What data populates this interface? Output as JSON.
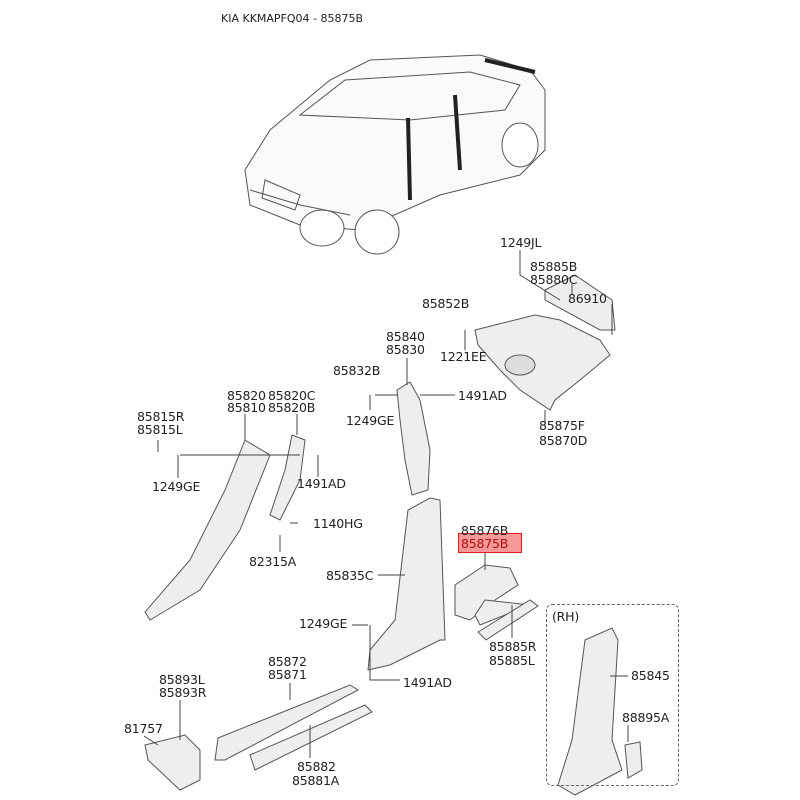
{
  "title": "KIA KKMAPFQ04 - 85875B",
  "highlight_color": "#f04646",
  "labels": {
    "p1249JL": "1249JL",
    "p85885B": "85885B",
    "p85880C": "85880C",
    "p86910": "86910",
    "p85852B": "85852B",
    "p1221EE": "1221EE",
    "p85840": "85840",
    "p85830": "85830",
    "p85832B": "85832B",
    "p1491AD_a": "1491AD",
    "p1249GE_a": "1249GE",
    "p85875F": "85875F",
    "p85870D": "85870D",
    "p85820": "85820",
    "p85810": "85810",
    "p85820C": "85820C",
    "p85820B": "85820B",
    "p85815R": "85815R",
    "p85815L": "85815L",
    "p1249GE_b": "1249GE",
    "p1491AD_b": "1491AD",
    "p1140HG": "1140HG",
    "p82315A": "82315A",
    "p85835C": "85835C",
    "p85876B": "85876B",
    "p85875B": "85875B",
    "p1249GE_c": "1249GE",
    "p85885R": "85885R",
    "p85885L": "85885L",
    "rh": "(RH)",
    "p85845": "85845",
    "p88895A": "88895A",
    "p85872": "85872",
    "p85871": "85871",
    "p1491AD_c": "1491AD",
    "p85893L": "85893L",
    "p85893R": "85893R",
    "p81757": "81757",
    "p85882": "85882",
    "p85881A": "85881A"
  }
}
